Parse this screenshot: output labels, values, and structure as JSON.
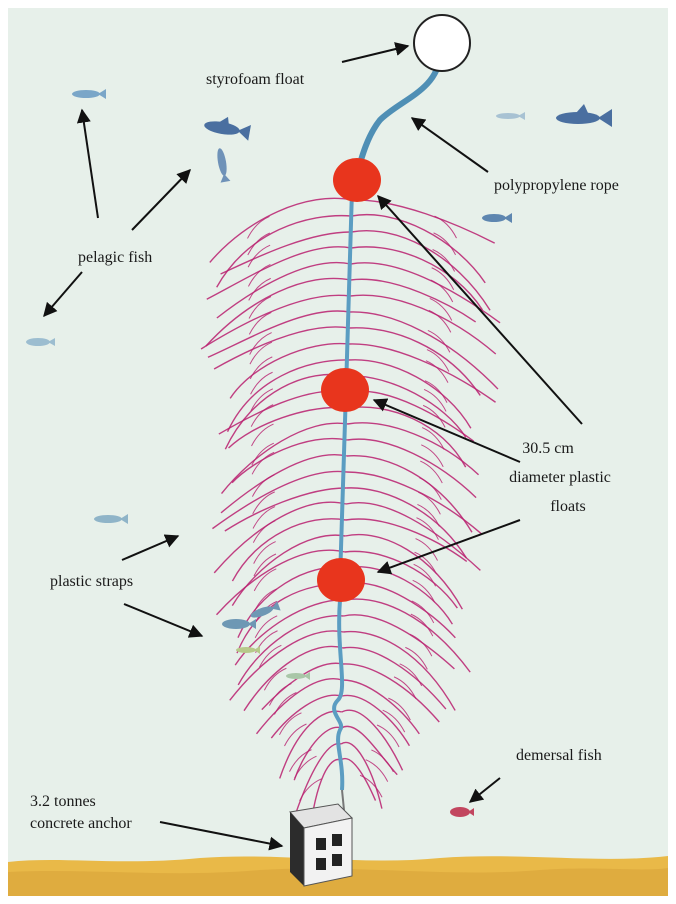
{
  "labels": {
    "styrofoam_float": "styrofoam float",
    "polypropylene_rope": "polypropylene rope",
    "pelagic_fish": "pelagic fish",
    "float_size": "30.5 cm",
    "float_desc_1": "diameter plastic",
    "float_desc_2": "floats",
    "plastic_straps": "plastic straps",
    "demersal_fish": "demersal fish",
    "anchor_1": "3.2 tonnes",
    "anchor_2": "concrete anchor"
  },
  "colors": {
    "water": "#e7f0ea",
    "seabed": "#e9b948",
    "rope": "#4f8fb5",
    "straps": "#b81f6e",
    "floats": "#e8351d",
    "fish": "#5e86b0"
  }
}
